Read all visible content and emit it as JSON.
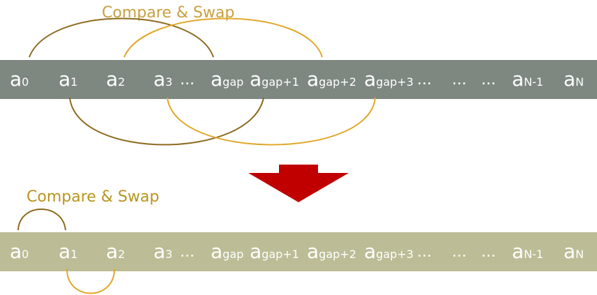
{
  "top": {
    "label": "Compare & Swap",
    "label_color": "#c8a040",
    "bar_color": "#7e8880",
    "arc_colors": {
      "dark": "#8c6a1e",
      "light": "#e0a82a"
    }
  },
  "bottom": {
    "label": "Compare & Swap",
    "label_color": "#b8951e",
    "bar_color": "#bcbc96",
    "arc_colors": {
      "dark": "#8c6a1e",
      "light": "#e0a82a"
    }
  },
  "arrow_color": "#c00000",
  "elements": [
    {
      "main": "a",
      "sub": "0"
    },
    {
      "main": "a",
      "sub": "1"
    },
    {
      "main": "a",
      "sub": "2"
    },
    {
      "main": "a",
      "sub": "3"
    },
    {
      "main": "a",
      "sub": "gap"
    },
    {
      "main": "a",
      "sub": "gap+1"
    },
    {
      "main": "a",
      "sub": "gap+2"
    },
    {
      "main": "a",
      "sub": "gap+3"
    },
    {
      "main": "a",
      "sub": "N-1"
    },
    {
      "main": "a",
      "sub": "N"
    }
  ],
  "ellipsis": "..."
}
